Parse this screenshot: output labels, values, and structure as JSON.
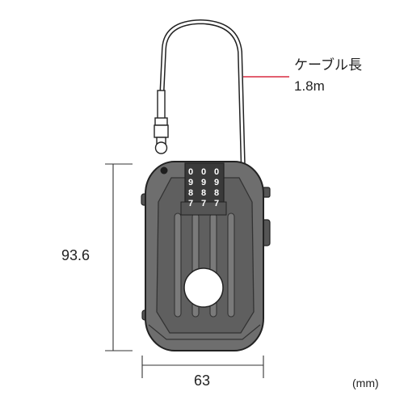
{
  "cable_label": {
    "line1": "ケーブル長",
    "line2": "1.8m"
  },
  "dimensions": {
    "height": "93.6",
    "width": "63"
  },
  "unit": "(mm)",
  "dial_digits": [
    [
      "0",
      "0",
      "0"
    ],
    [
      "9",
      "9",
      "9"
    ],
    [
      "8",
      "8",
      "8"
    ],
    [
      "7",
      "7",
      "7"
    ]
  ],
  "colors": {
    "body_fill": "#6e6e6e",
    "body_dark": "#3a3a3a",
    "outline": "#222222",
    "leader_line": "#d0021b",
    "dimension_line": "#333333"
  }
}
